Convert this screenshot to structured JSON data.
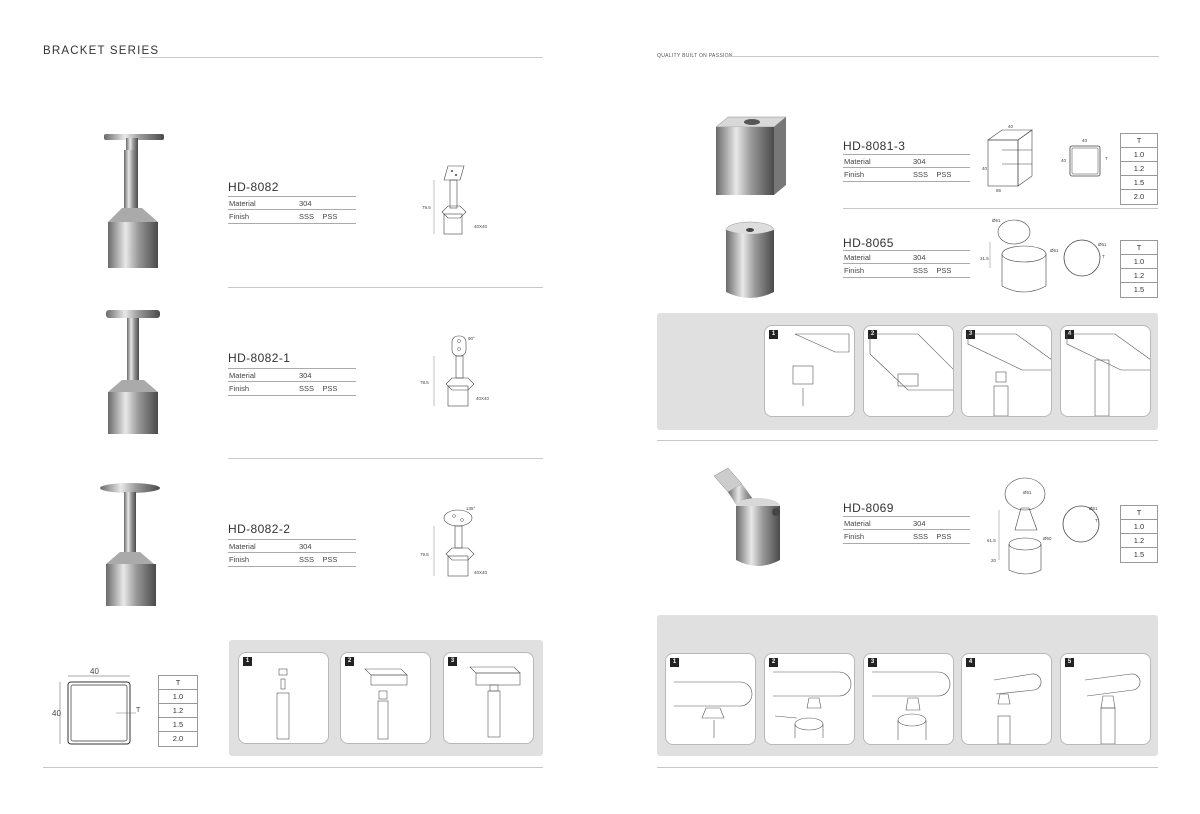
{
  "left_page": {
    "series_title": "BRACKET  SERIES",
    "products": [
      {
        "model": "HD-8082",
        "material_label": "Material",
        "material_value": "304",
        "finish_label": "Finish",
        "finish_value": "SSS    PSS",
        "dim_height": "79.5",
        "dim_base": "40X40"
      },
      {
        "model": "HD-8082-1",
        "material_label": "Material",
        "material_value": "304",
        "finish_label": "Finish",
        "finish_value": "SSS    PSS",
        "dim_height": "78.5",
        "dim_base": "40X40",
        "dim_angle": "90°"
      },
      {
        "model": "HD-8082-2",
        "material_label": "Material",
        "material_value": "304",
        "finish_label": "Finish",
        "finish_value": "SSS    PSS",
        "dim_height": "79.5",
        "dim_base": "40X40",
        "dim_angle": "135°"
      }
    ],
    "profile": {
      "width": "40",
      "height": "40",
      "thickness_label": "T"
    },
    "t_table": [
      "T",
      "1.0",
      "1.2",
      "1.5",
      "2.0"
    ],
    "steps": [
      "1",
      "2",
      "3"
    ]
  },
  "right_page": {
    "tagline": "QUALITY BUILT ON PASSION",
    "products": [
      {
        "model": "HD-8081-3",
        "material_label": "Material",
        "material_value": "304",
        "finish_label": "Finish",
        "finish_value": "SSS    PSS",
        "dims": [
          "40",
          "40",
          "86",
          "40",
          "40",
          "T"
        ],
        "t_table": [
          "T",
          "1.0",
          "1.2",
          "1.5",
          "2.0"
        ]
      },
      {
        "model": "HD-8065",
        "material_label": "Material",
        "material_value": "304",
        "finish_label": "Finish",
        "finish_value": "SSS    PSS",
        "dims": [
          "Ø51",
          "31.5",
          "Ø51",
          "Ø51",
          "T"
        ],
        "t_table": [
          "T",
          "1.0",
          "1.2",
          "1.5"
        ]
      },
      {
        "model": "HD-8069",
        "material_label": "Material",
        "material_value": "304",
        "finish_label": "Finish",
        "finish_value": "SSS    PSS",
        "dims": [
          "Ø51",
          "61.5",
          "Ø50",
          "20",
          "Ø51",
          "T"
        ],
        "t_table": [
          "T",
          "1.0",
          "1.2",
          "1.5"
        ]
      }
    ],
    "steps_top": [
      "1",
      "2",
      "3",
      "4"
    ],
    "steps_bottom": [
      "1",
      "2",
      "3",
      "4",
      "5"
    ]
  }
}
